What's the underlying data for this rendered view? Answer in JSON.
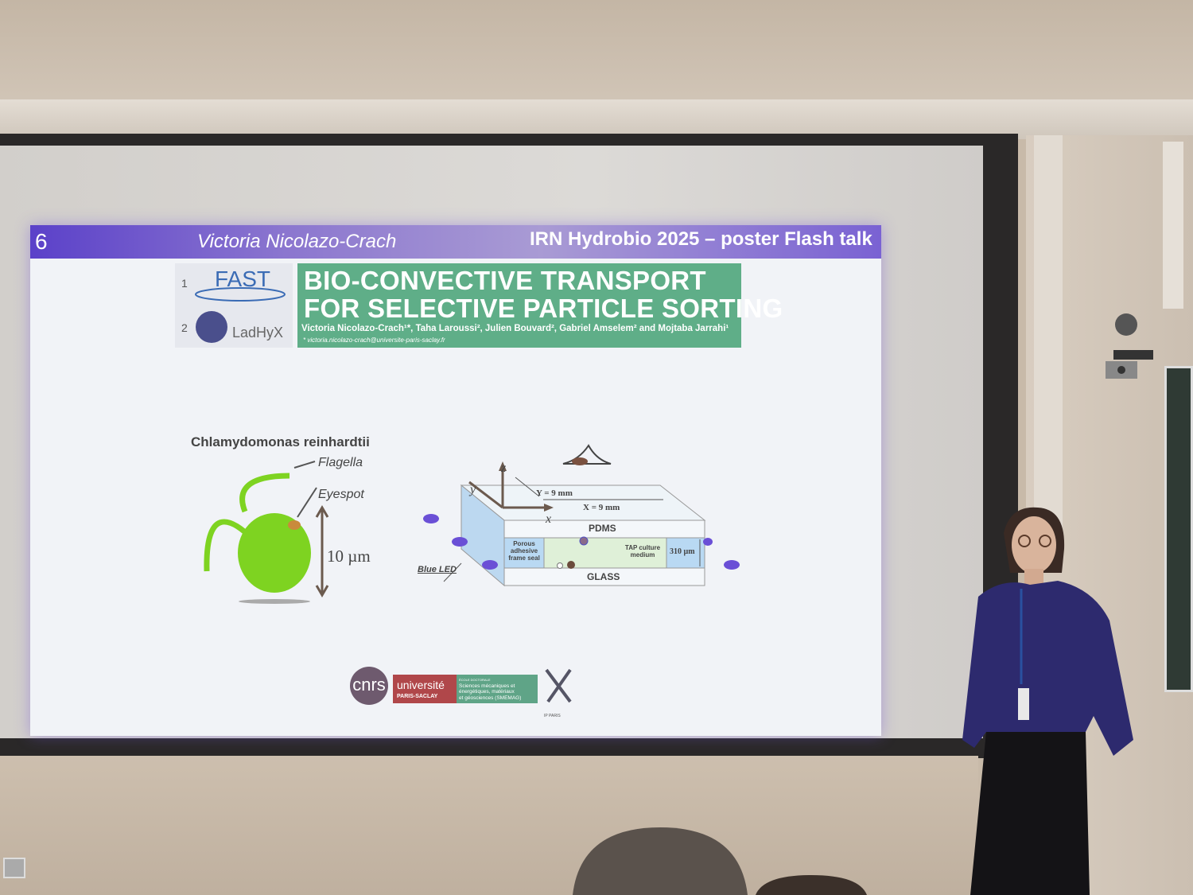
{
  "slide": {
    "number": "6",
    "speaker": "Victoria Nicolazo-Crach",
    "event": "IRN Hydrobio 2025 – poster Flash talk",
    "affiliations": [
      {
        "index": "1",
        "name": "FAST"
      },
      {
        "index": "2",
        "name": "LadHyX"
      }
    ],
    "title_line1": "BIO-CONVECTIVE TRANSPORT",
    "title_line2": "FOR SELECTIVE PARTICLE SORTING",
    "authors": "Victoria Nicolazo-Crach¹*, Taha Laroussi², Julien Bouvard², Gabriel Amselem² and Mojtaba Jarrahi¹",
    "email": "* victoria.nicolazo-crach@universite-paris-saclay.fr",
    "cell": {
      "title": "Chlamydomonas reinhardtii",
      "flagella": "Flagella",
      "eyespot": "Eyespot",
      "size": "10 µm"
    },
    "device": {
      "z": "z",
      "y": "y",
      "x": "x",
      "y_dim": "Y = 9 mm",
      "x_dim": "X = 9 mm",
      "pdms": "PDMS",
      "seal": [
        "Porous",
        "adhesive",
        "frame seal"
      ],
      "medium": [
        "TAP culture",
        "medium"
      ],
      "height": "310 µm",
      "glass": "GLASS",
      "led": "Blue LED"
    },
    "footer_logos": {
      "cnrs": "cnrs",
      "ups1": "université",
      "ups2": "PARIS-SACLAY",
      "smemag": [
        "ÉCOLE DOCTORALE",
        "Sciences mécaniques et",
        "énergétiques, matériaux",
        "et géosciences (SMEMAG)"
      ],
      "ipparis": "IP PARIS"
    }
  },
  "colors": {
    "header": "#6a52cc",
    "title_bg": "#5fae88",
    "cell": "#7ed321",
    "led": "#6a4fd6"
  }
}
